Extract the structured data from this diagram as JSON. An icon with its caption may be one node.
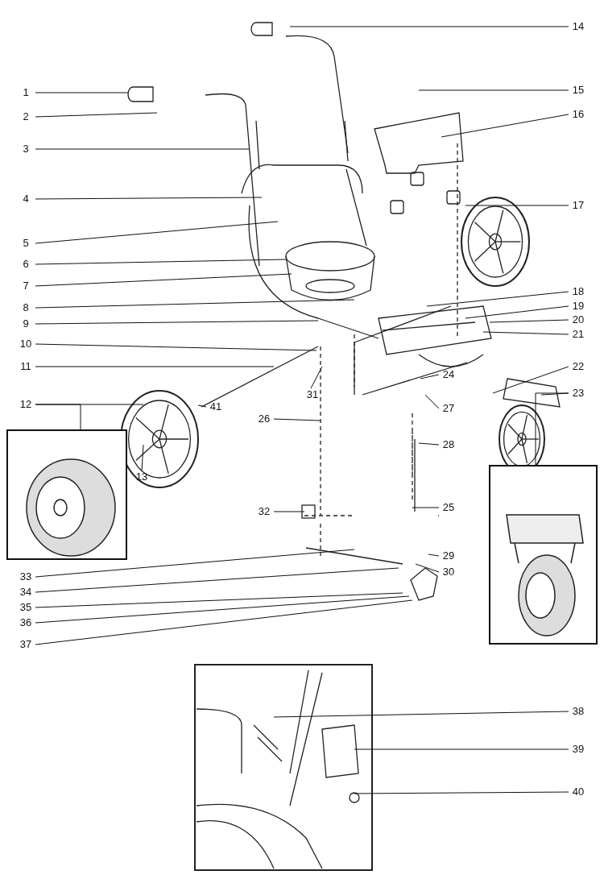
{
  "diagram": {
    "nodes": [
      {
        "text": [
          "1"
        ]
      },
      {
        "text": [
          "2"
        ]
      },
      {
        "text": [
          "3"
        ]
      },
      {
        "text": [
          "4"
        ]
      },
      {
        "text": [
          "5"
        ]
      },
      {
        "text": [
          "6"
        ]
      },
      {
        "text": [
          "7"
        ]
      },
      {
        "text": [
          "8"
        ]
      },
      {
        "text": [
          "9"
        ]
      },
      {
        "text": [
          "10"
        ]
      },
      {
        "text": [
          "11"
        ]
      },
      {
        "text": [
          "12"
        ]
      },
      {
        "text": [
          "13"
        ]
      },
      {
        "text": [
          "14"
        ]
      },
      {
        "text": [
          "15"
        ]
      },
      {
        "text": [
          "16"
        ]
      },
      {
        "text": [
          "17"
        ]
      },
      {
        "text": [
          "18"
        ]
      },
      {
        "text": [
          "19"
        ]
      },
      {
        "text": [
          "20"
        ]
      },
      {
        "text": [
          "21"
        ]
      },
      {
        "text": [
          "22"
        ]
      },
      {
        "text": [
          "23"
        ]
      },
      {
        "text": [
          "24"
        ]
      },
      {
        "text": [
          "25"
        ]
      },
      {
        "text": [
          "26"
        ]
      },
      {
        "text": [
          "27"
        ]
      },
      {
        "text": [
          "28"
        ]
      },
      {
        "text": [
          "29"
        ]
      },
      {
        "text": [
          "30"
        ]
      },
      {
        "text": [
          "31"
        ]
      },
      {
        "text": [
          "32"
        ]
      },
      {
        "text": [
          "33"
        ]
      },
      {
        "text": [
          "34"
        ]
      },
      {
        "text": [
          "35"
        ]
      },
      {
        "text": [
          "36"
        ]
      },
      {
        "text": [
          "37"
        ]
      },
      {
        "text": [
          "38"
        ]
      },
      {
        "text": [
          "39"
        ]
      },
      {
        "text": [
          "40"
        ]
      },
      {
        "text": [
          "41"
        ]
      },
      {
        "text": [],
        "shape": "picture"
      },
      {
        "text": [],
        "shape": "picture"
      }
    ],
    "edges": [
      {
        "from": 0,
        "to": null,
        "arrow": "none"
      },
      {
        "from": 1,
        "to": null,
        "arrow": "none"
      },
      {
        "from": 2,
        "to": null,
        "arrow": "none"
      },
      {
        "from": 3,
        "to": null,
        "arrow": "none"
      },
      {
        "from": 4,
        "to": null,
        "arrow": "none"
      },
      {
        "from": 5,
        "to": null,
        "arrow": "none"
      },
      {
        "from": 6,
        "to": null,
        "arrow": "none"
      },
      {
        "from": 7,
        "to": null,
        "arrow": "none"
      },
      {
        "from": 8,
        "to": null,
        "arrow": "none"
      },
      {
        "from": 9,
        "to": null,
        "arrow": "none"
      },
      {
        "from": 10,
        "to": null,
        "arrow": "none"
      },
      {
        "from": 11,
        "to": null,
        "arrow": "none"
      },
      {
        "from": 11,
        "to": 41,
        "arrow": "none"
      },
      {
        "from": 12,
        "to": null,
        "arrow": "none"
      },
      {
        "from": 13,
        "to": null,
        "arrow": "none"
      },
      {
        "from": 14,
        "to": null,
        "arrow": "none"
      },
      {
        "from": 15,
        "to": null,
        "arrow": "none"
      },
      {
        "from": 16,
        "to": null,
        "arrow": "none"
      },
      {
        "from": 17,
        "to": null,
        "arrow": "none"
      },
      {
        "from": 18,
        "to": null,
        "arrow": "none"
      },
      {
        "from": 19,
        "to": null,
        "arrow": "none"
      },
      {
        "from": 20,
        "to": null,
        "arrow": "none"
      },
      {
        "from": 21,
        "to": null,
        "arrow": "none"
      },
      {
        "from": 22,
        "to": null,
        "arrow": "none"
      },
      {
        "from": 22,
        "to": 42,
        "arrow": "none"
      },
      {
        "from": 23,
        "to": null,
        "arrow": "none"
      },
      {
        "from": 24,
        "to": null,
        "arrow": "none"
      },
      {
        "from": 25,
        "to": null,
        "arrow": "none"
      },
      {
        "from": 26,
        "to": null,
        "arrow": "none"
      },
      {
        "from": 27,
        "to": null,
        "arrow": "none"
      },
      {
        "from": 28,
        "to": null,
        "arrow": "none"
      },
      {
        "from": 29,
        "to": null,
        "arrow": "none"
      },
      {
        "from": 30,
        "to": null,
        "arrow": "none"
      },
      {
        "from": 31,
        "to": null,
        "arrow": "none"
      },
      {
        "from": 32,
        "to": null,
        "arrow": "none"
      },
      {
        "from": 33,
        "to": null,
        "arrow": "none"
      },
      {
        "from": 34,
        "to": null,
        "arrow": "none"
      },
      {
        "from": 35,
        "to": null,
        "arrow": "none"
      },
      {
        "from": 36,
        "to": null,
        "arrow": "none"
      },
      {
        "from": 37,
        "to": null,
        "arrow": "none"
      },
      {
        "from": 38,
        "to": null,
        "arrow": "none"
      },
      {
        "from": 39,
        "to": null,
        "arrow": "none"
      },
      {
        "from": 40,
        "to": null,
        "arrow": "none"
      }
    ]
  }
}
